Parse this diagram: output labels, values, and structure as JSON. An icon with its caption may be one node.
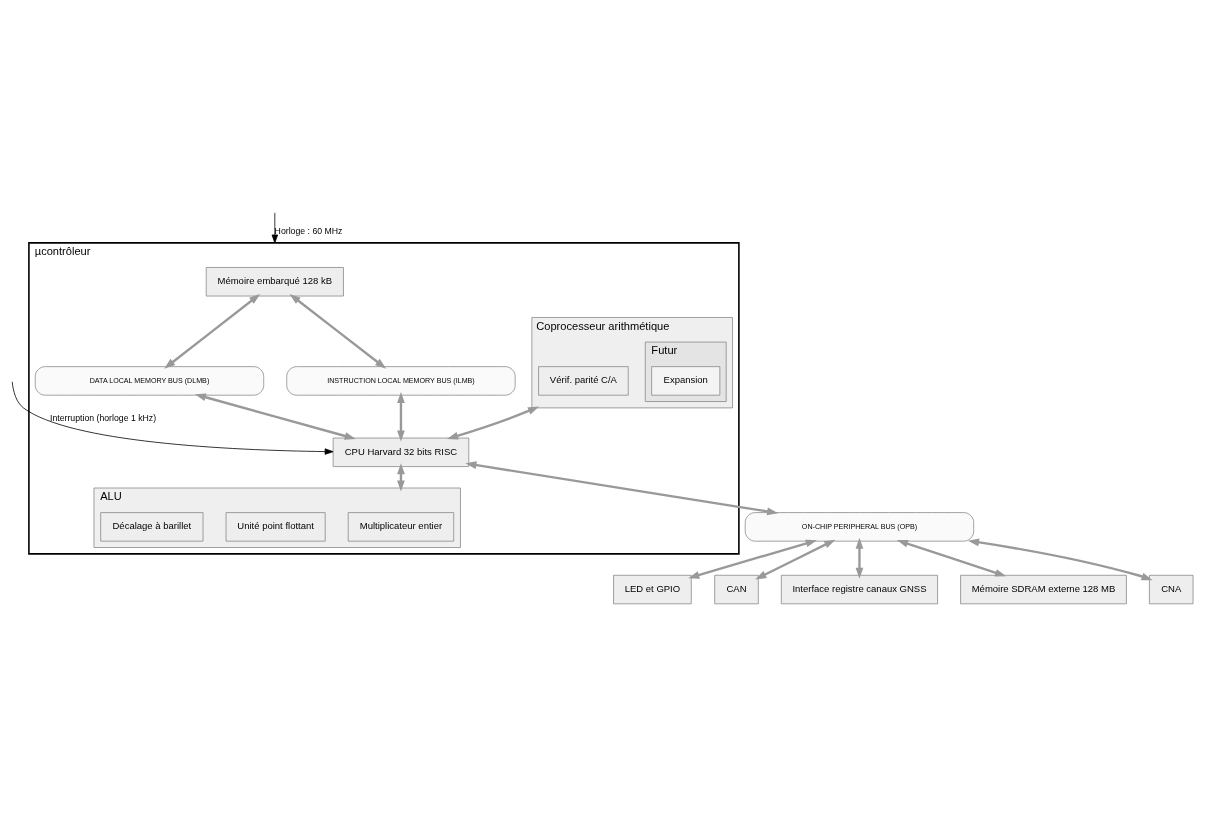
{
  "diagram": {
    "nodes": [
      {
        "text": [
          "µcontrôleur"
        ]
      },
      {
        "text": [
          "Mémoire embarqué 128 kB"
        ],
        "in": 0
      },
      {
        "text": [
          "DATA LOCAL MEMORY BUS (DLMB)"
        ],
        "in": 0
      },
      {
        "text": [
          "INSTRUCTION LOCAL MEMORY BUS (ILMB)"
        ],
        "in": 0
      },
      {
        "text": [
          "Coprocesseur arithmétique"
        ],
        "in": 0
      },
      {
        "text": [
          "Vérif. parité C/A"
        ],
        "in": 4
      },
      {
        "text": [
          "Futur"
        ],
        "in": 4
      },
      {
        "text": [
          "Expansion"
        ],
        "in": 6
      },
      {
        "text": [
          "CPU Harvard 32 bits RISC"
        ],
        "in": 0
      },
      {
        "text": [
          "ALU"
        ],
        "in": 0
      },
      {
        "text": [
          "Multiplicateur entier"
        ],
        "in": 9
      },
      {
        "text": [
          "Unité point flottant"
        ],
        "in": 9
      },
      {
        "text": [
          "Décalage à barillet"
        ],
        "in": 9
      },
      {
        "text": [
          "ON-CHIP PERIPHERAL BUS (OPB)"
        ]
      },
      {
        "text": [
          "LED et GPIO"
        ]
      },
      {
        "text": [
          "CAN"
        ]
      },
      {
        "text": [
          "Interface registre canaux GNSS"
        ]
      },
      {
        "text": [
          "Mémoire SDRAM externe 128 MB"
        ]
      },
      {
        "text": [
          "CNA"
        ]
      }
    ],
    "edges": [
      {
        "from": 1,
        "to": 2,
        "arrow": "both"
      },
      {
        "from": 1,
        "to": 3,
        "arrow": "both"
      },
      {
        "from": 2,
        "to": 8,
        "arrow": "both"
      },
      {
        "from": 3,
        "to": 8,
        "arrow": "both"
      },
      {
        "from": 4,
        "to": 8,
        "arrow": "both"
      },
      {
        "from": 8,
        "to": 9,
        "arrow": "both"
      },
      {
        "from": 8,
        "to": 13,
        "arrow": "both"
      },
      {
        "from": 13,
        "to": 16,
        "arrow": "both"
      },
      {
        "from": 13,
        "to": 14,
        "arrow": "both"
      },
      {
        "from": 13,
        "to": 17,
        "arrow": "both"
      },
      {
        "from": 13,
        "to": 15,
        "arrow": "both"
      },
      {
        "from": 13,
        "to": 18,
        "arrow": "both"
      },
      {
        "from": null,
        "to": 0,
        "arrow": "to",
        "label": "Horloge : 60 MHz",
        "color": "#000000"
      },
      {
        "from": null,
        "to": 8,
        "arrow": "to",
        "label": "Interruption (horloge 1 kHz)",
        "color": "#000000"
      }
    ]
  }
}
